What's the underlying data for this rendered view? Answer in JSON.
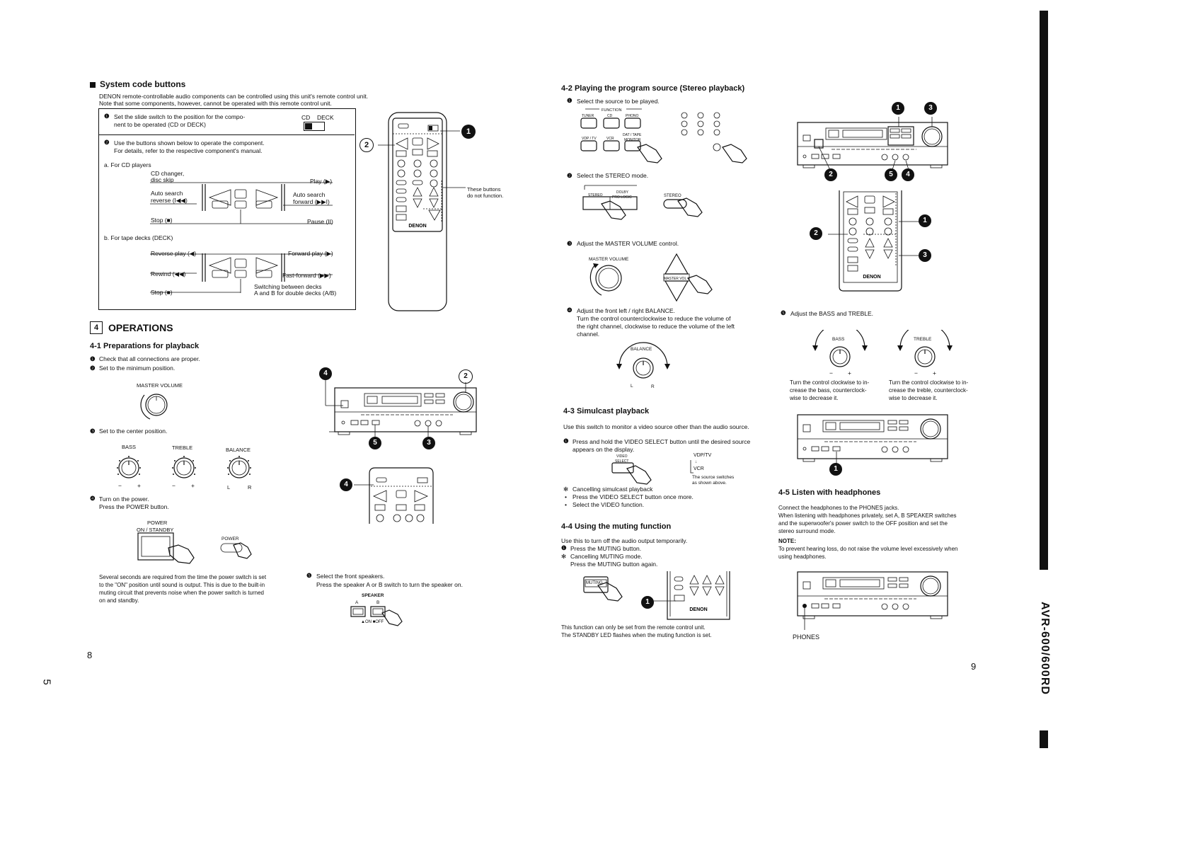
{
  "left": {
    "system_code": {
      "heading": "System code buttons",
      "intro_1": "DENON remote-controllable audio components can be controlled using this unit's remote control unit.",
      "intro_2": "Note that some components, however, cannot be operated with this remote control unit.",
      "step1_a": "Set the slide switch to the position for the compo-",
      "step1_b": "nent to be operated (CD or DECK)",
      "switch_cd": "CD",
      "switch_deck": "DECK",
      "step2_a": "Use the buttons shown below to operate the component.",
      "step2_b": "For details, refer to the respective component's manual.",
      "cd_heading": "a.  For CD players",
      "cd_changer_1": "CD changer,",
      "cd_changer_2": "disc skip",
      "cd_play": "Play (▶)",
      "cd_auto_rev_1": "Auto search",
      "cd_auto_rev_2": "reverse (I◀◀)",
      "cd_auto_fwd_1": "Auto search",
      "cd_auto_fwd_2": "forward (▶▶I)",
      "cd_stop": "Stop (■)",
      "cd_pause": "Pause (II)",
      "tape_heading": "b.  For tape decks (DECK)",
      "tape_rev_play": "Reverse play (◀)",
      "tape_fwd_play": "Forward play (▶)",
      "tape_rewind": "Rewind (◀◀)",
      "tape_ff": "Fast-forward (▶▶)",
      "tape_stop": "Stop (■)",
      "tape_switch_1": "Switching between decks",
      "tape_switch_2": "A and B for double decks (A/B)",
      "no_function_1": "These buttons",
      "no_function_2": "do not function.",
      "remote_brand": "DENON"
    },
    "operations": {
      "section_num": "4",
      "section_title": "OPERATIONS",
      "sub_heading": "4-1  Preparations for playback",
      "step1": "Check that all connections are proper.",
      "step2": "Set to the minimum position.",
      "master_volume": "MASTER VOLUME",
      "step3": "Set to the center position.",
      "bass": "BASS",
      "treble": "TREBLE",
      "balance": "BALANCE",
      "minus": "−",
      "plus": "+",
      "l": "L",
      "r": "R",
      "step4_a": "Turn on the power.",
      "step4_b": "Press the POWER button.",
      "power_label_1": "POWER",
      "power_label_2": "ON / STANDBY",
      "power_small": "POWER",
      "note_1": "Several seconds are required from the time the power switch is set",
      "note_2": "to the \"ON\" position until sound is output. This is due to the built-in",
      "note_3": "muting circuit that prevents noise when the power switch is turned",
      "note_4": "on and standby.",
      "step5_a": "Select the front speakers.",
      "step5_b": "Press the speaker A or B switch to turn the speaker on.",
      "speaker_label": "SPEAKER",
      "speaker_a": "A",
      "speaker_b": "B",
      "speaker_onoff": "▲ON  ■OFF"
    },
    "page_number": "8",
    "margin_mark": "5"
  },
  "right": {
    "playing": {
      "heading": "4-2  Playing the program source (Stereo playback)",
      "step1": "Select the source to be played.",
      "function_label": "FUNCTION",
      "tuner": "TUNER",
      "cd": "CD",
      "phono": "PHONO",
      "vdp_tv": "VDP / TV",
      "vcr": "VCR",
      "dat_tape": "DAT / TAPE",
      "monitor": "MONITOR",
      "step2": "Select the STEREO mode.",
      "stereo": "STEREO",
      "dolby": "DOLBY",
      "pro_logic": "PRO LOGIC",
      "step3": "Adjust the MASTER VOLUME control.",
      "master_volume": "MASTER VOLUME",
      "master_vol_btn": "MASTER VOL",
      "step4_a": "Adjust the front left / right BALANCE.",
      "step4_b": "Turn the control counterclockwise to reduce the volume of",
      "step4_c": "the right channel, clockwise to reduce the volume of the left",
      "step4_d": "channel.",
      "balance": "BALANCE",
      "l": "L",
      "r": "R",
      "step5": "Adjust the BASS and TREBLE.",
      "bass": "BASS",
      "treble": "TREBLE",
      "minus": "−",
      "plus": "+",
      "bass_text_1": "Turn the control clockwise to in-",
      "bass_text_2": "crease the bass, counterclock-",
      "bass_text_3": "wise to decrease it.",
      "treble_text_1": "Turn the control clockwise to in-",
      "treble_text_2": "crease the treble, counterclock-",
      "treble_text_3": "wise to decrease it."
    },
    "simulcast": {
      "heading": "4-3  Simulcast playback",
      "intro": "Use this switch to monitor a video source other than the audio source.",
      "step1_a": "Press and hold the VIDEO SELECT button until the desired source",
      "step1_b": "appears on the display.",
      "video_select_1": "VIDEO",
      "video_select_2": "SELECT",
      "vdp_tv": "VDP/TV",
      "vcr": "VCR",
      "switch_note_1": "The source switches",
      "switch_note_2": "as shown above.",
      "cancel_1": "Cancelling simulcast playback",
      "cancel_2": "Press the VIDEO SELECT button once more.",
      "cancel_3": "Select the VIDEO function."
    },
    "muting": {
      "heading": "4-4  Using the muting function",
      "intro": "Use this to turn off the audio output temporarily.",
      "step1": "Press the MUTING button.",
      "cancel_1": "Cancelling MUTING mode.",
      "cancel_2": "Press the MUTING button again.",
      "muting_btn": "MUTING",
      "note_1": "This function can only be set from the remote control unit.",
      "note_2": "The STANDBY LED flashes when the muting function is set."
    },
    "headphones": {
      "heading": "4-5  Listen with headphones",
      "text_1": "Connect the headphones to the PHONES jacks.",
      "text_2": "When listening with headphones privately, set A, B SPEAKER switches",
      "text_3": "and the superwoofer's power switch to the OFF position and set the",
      "text_4": "stereo surround mode.",
      "note_label": "NOTE:",
      "note_1": "To prevent hearing loss, do not raise the volume level excessively when",
      "note_2": "using headphones.",
      "phones": "PHONES"
    },
    "remote_brand": "DENON",
    "page_number": "9"
  },
  "side_label": "AVR-600/600RD"
}
